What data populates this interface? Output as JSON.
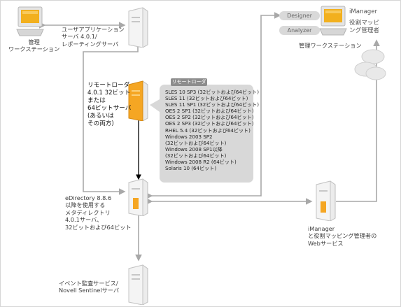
{
  "labels": {
    "admin_ws": "管理\nワークステーション",
    "user_app": "ユーザアプリケーション\nサーバ 4.0.1/\nレポーティングサーバ",
    "remote_loader": "リモートローダ\n4.0.1 32ビット\nまたは\n64ビットサーバ\n(あるいは\nその両方)",
    "edirectory": "eDirectory 8.8.6\n以降を使用する\nメタディレクトリ\n4.0.1サーバ、\n32ビットおよび64ビット",
    "audit": "イベント監査サービス/\nNovell Sentinelサーバ",
    "role_ws": "管理ワークステーション",
    "imanager_web": "iManager\nと役割マッピング管理者の\nWebサービス"
  },
  "callout": {
    "tab": "リモートローダ",
    "items": [
      "SLES 10 SP3 (32ビットおよび64ビット)",
      "SLES 11 (32ビットおよび64ビット)",
      "SLES 11 SP1 (32ビットおよび64ビット)",
      "OES 2 SP1 (32ビットおよび64ビット)",
      "OES 2 SP2 (32ビットおよび64ビット)",
      "OES 2 SP3 (32ビットおよび64ビット)",
      "RHEL 5.4 (32ビットおよび64ビット)",
      "Windows 2003 SP2",
      "(32ビットおよび64ビット)",
      "Windows 2008 SP1以降",
      "(32ビットおよび64ビット)",
      "Windows 2008 R2 (64ビット)",
      "Solaris 10 (64ビット)"
    ]
  },
  "tools": {
    "designer": "Designer",
    "analyzer": "Analyzer",
    "imanager": "iManager",
    "role_mapping": "役割マッピ\nング管理者"
  },
  "colors": {
    "line": "#a8a8a8",
    "arrow_dark": "#000000",
    "server_accent": "#f5a623",
    "callout_bg": "#d8d8d8",
    "monitor_screen": "#f2b01e"
  }
}
